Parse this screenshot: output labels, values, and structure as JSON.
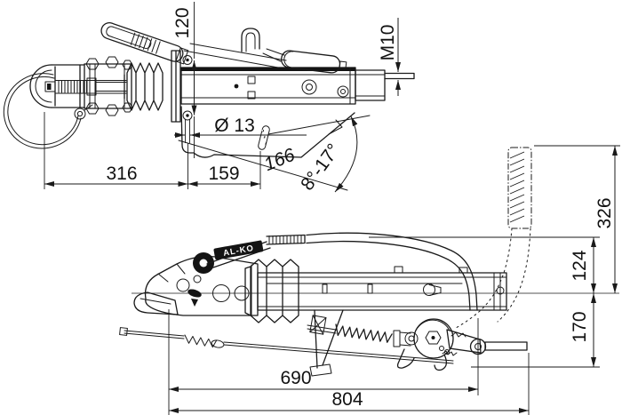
{
  "top_view": {
    "dim_hole_spacing": "120",
    "dim_thread": "M10",
    "dim_hole_diameter": "Ø 13",
    "dim_lever": "166",
    "dim_angle_range": "8°-17°",
    "dim_length_front": "316",
    "dim_length_rear": "159"
  },
  "side_view": {
    "brand_label": "AL-KO",
    "dim_lever_height": "326",
    "dim_height_above_axis": "124",
    "dim_depth_below_axis": "170",
    "dim_length_690": "690",
    "dim_length_804": "804"
  }
}
